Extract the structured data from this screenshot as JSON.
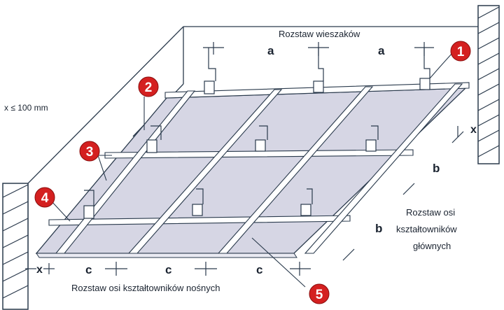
{
  "labels": {
    "hanger_spacing": "Rozstaw wieszaków",
    "main_profile_spacing_line1": "Rozstaw osi",
    "main_profile_spacing_line2": "kształtowników",
    "main_profile_spacing_line3": "głównych",
    "bearing_profile_spacing": "Rozstaw osi kształtowników nośnych",
    "edge_distance": "x ≤ 100 mm"
  },
  "dimension_letters": {
    "a1": "a",
    "a2": "a",
    "b1": "b",
    "b2": "b",
    "c1": "c",
    "c2": "c",
    "c3": "c",
    "x_right": "x",
    "x_left": "x"
  },
  "callouts": [
    "1",
    "2",
    "3",
    "4",
    "5"
  ],
  "colors": {
    "line": "#2a3a4c",
    "panel": "#d6d6e4",
    "profile": "#ffffff",
    "callout": "#d42020",
    "callout_text": "#ffffff"
  }
}
